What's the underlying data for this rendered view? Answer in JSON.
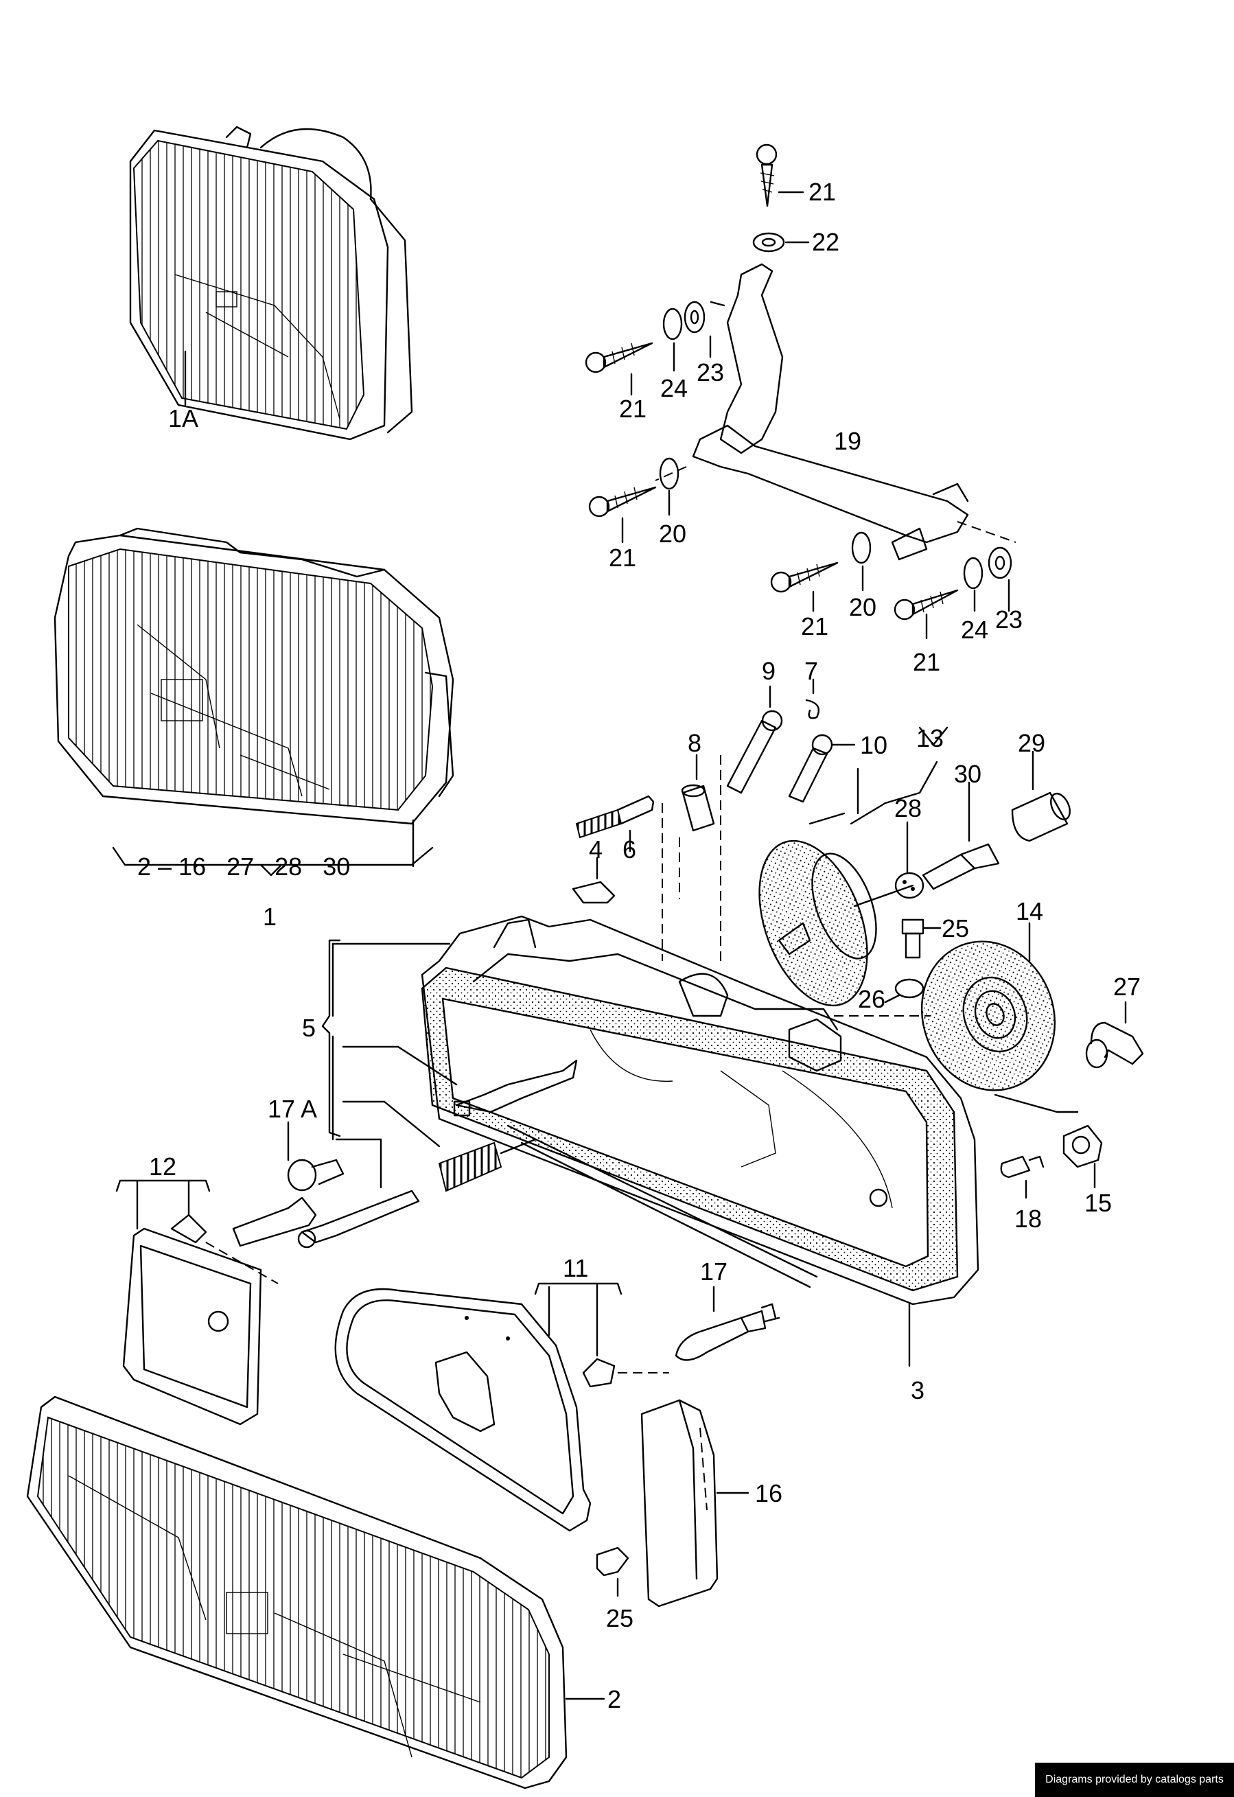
{
  "callouts": [
    {
      "id": "c21a",
      "text": "21"
    },
    {
      "id": "c22",
      "text": "22"
    },
    {
      "id": "c21b",
      "text": "21"
    },
    {
      "id": "c24a",
      "text": "24"
    },
    {
      "id": "c23a",
      "text": "23"
    },
    {
      "id": "c19",
      "text": "19"
    },
    {
      "id": "c21c",
      "text": "21"
    },
    {
      "id": "c20a",
      "text": "20"
    },
    {
      "id": "c21d",
      "text": "21"
    },
    {
      "id": "c20b",
      "text": "20"
    },
    {
      "id": "c21e",
      "text": "21"
    },
    {
      "id": "c24b",
      "text": "24"
    },
    {
      "id": "c23b",
      "text": "23"
    },
    {
      "id": "c1A",
      "text": "1A"
    },
    {
      "id": "c1group",
      "text": "2 – 16   27   28   30"
    },
    {
      "id": "c1",
      "text": "1"
    },
    {
      "id": "c9",
      "text": "9"
    },
    {
      "id": "c7",
      "text": "7"
    },
    {
      "id": "c8",
      "text": "8"
    },
    {
      "id": "c10",
      "text": "10"
    },
    {
      "id": "c13",
      "text": "13"
    },
    {
      "id": "c29",
      "text": "29"
    },
    {
      "id": "c30",
      "text": "30"
    },
    {
      "id": "c28",
      "text": "28"
    },
    {
      "id": "c4",
      "text": "4"
    },
    {
      "id": "c6",
      "text": "6"
    },
    {
      "id": "c25a",
      "text": "25"
    },
    {
      "id": "c14",
      "text": "14"
    },
    {
      "id": "c26",
      "text": "26"
    },
    {
      "id": "c27",
      "text": "27"
    },
    {
      "id": "c5",
      "text": "5"
    },
    {
      "id": "c17A",
      "text": "17 A"
    },
    {
      "id": "c12",
      "text": "12"
    },
    {
      "id": "c18",
      "text": "18"
    },
    {
      "id": "c15",
      "text": "15"
    },
    {
      "id": "c11",
      "text": "11"
    },
    {
      "id": "c17",
      "text": "17"
    },
    {
      "id": "c3",
      "text": "3"
    },
    {
      "id": "c16",
      "text": "16"
    },
    {
      "id": "c25b",
      "text": "25"
    },
    {
      "id": "c2",
      "text": "2"
    }
  ],
  "credit": "Diagrams provided by catalogs parts"
}
